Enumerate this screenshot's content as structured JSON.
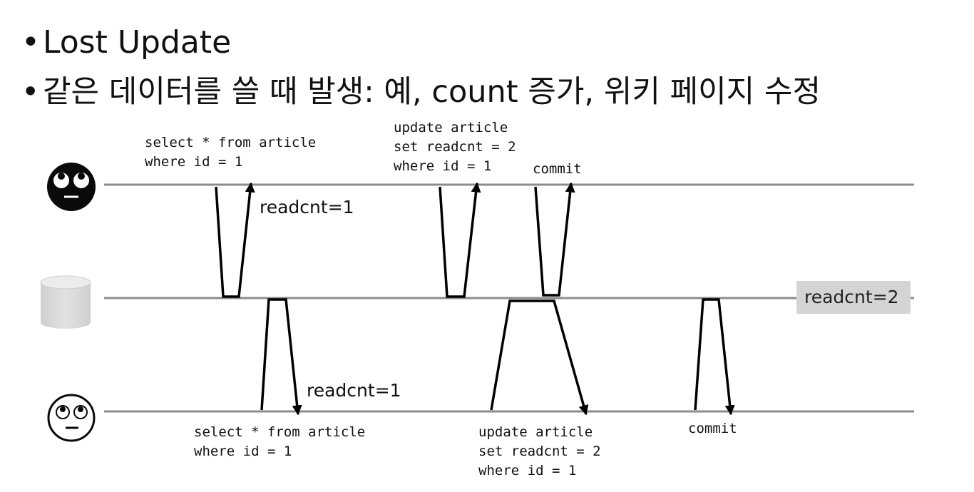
{
  "bullets": [
    {
      "marker": "•",
      "text": "Lost Update"
    },
    {
      "marker": "•",
      "text": "같은 데이터를 쓸 때 발생: 예, count 증가, 위키 페이지 수정"
    }
  ],
  "top_tx": {
    "select_sql": "select * from article\nwhere id = 1",
    "read_result": "readcnt=1",
    "update_sql": "update article\nset readcnt = 2\nwhere id = 1",
    "commit_label": "commit"
  },
  "bottom_tx": {
    "select_sql": "select * from article\nwhere id = 1",
    "read_result": "readcnt=1",
    "update_sql": "update article\nset readcnt = 2\nwhere id = 1",
    "commit_label": "commit"
  },
  "database": {
    "state_label": "readcnt=2"
  },
  "colors": {
    "timeline": "#8c8c8c",
    "arrow": "#000000",
    "badge": "#d4d4d4",
    "face_dark": "#0a0a0a",
    "cylinder": "#d9d9d9"
  },
  "icons": {
    "top_actor": "rolling-eyes-dark-face-icon",
    "bottom_actor": "rolling-eyes-light-face-icon",
    "database": "database-cylinder-icon"
  }
}
